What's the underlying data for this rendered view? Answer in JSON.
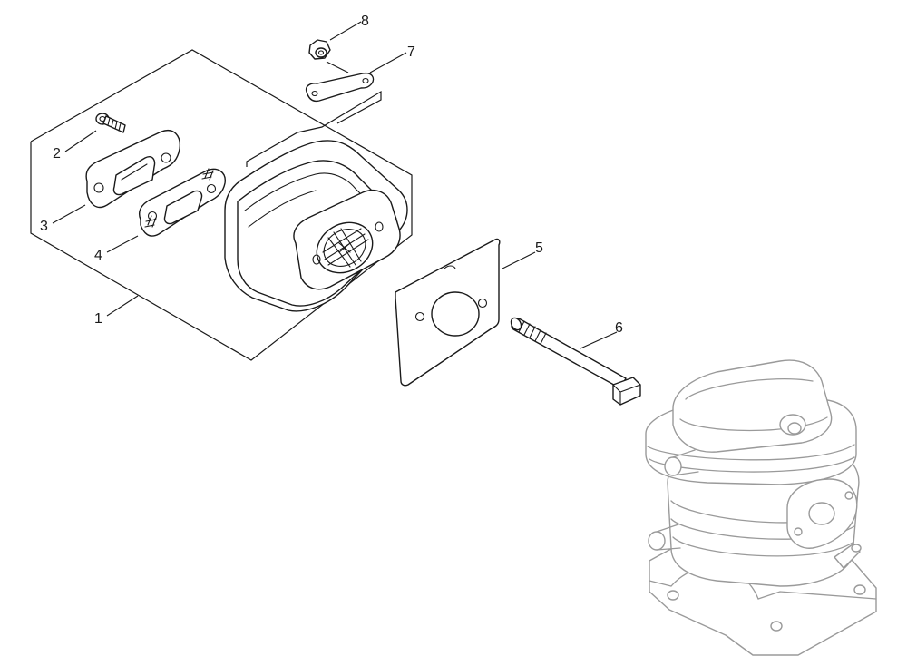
{
  "callouts": [
    {
      "id": "1",
      "label": "1"
    },
    {
      "id": "2",
      "label": "2"
    },
    {
      "id": "3",
      "label": "3"
    },
    {
      "id": "4",
      "label": "4"
    },
    {
      "id": "5",
      "label": "5"
    },
    {
      "id": "6",
      "label": "6"
    },
    {
      "id": "7",
      "label": "7"
    },
    {
      "id": "8",
      "label": "8"
    }
  ],
  "colors": {
    "line": "#1a1a1a",
    "reference_part": "#9a9a9a",
    "background": "#ffffff"
  }
}
